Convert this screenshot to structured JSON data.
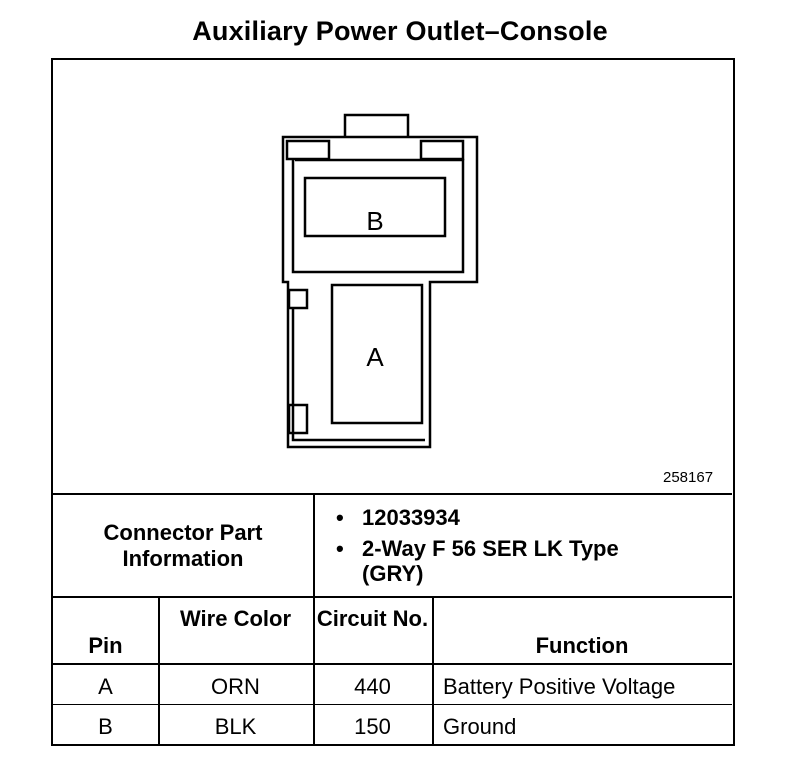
{
  "title": "Auxiliary Power Outlet–Console",
  "diagram": {
    "cavities": [
      {
        "label": "B"
      },
      {
        "label": "A"
      }
    ],
    "figure_id": "258167"
  },
  "connector_info": {
    "label": "Connector Part Information",
    "items": [
      {
        "bullet": "•",
        "text": "12033934"
      },
      {
        "bullet": "•",
        "text": "2-Way F 56 SER LK Type (GRY)"
      }
    ]
  },
  "table": {
    "headers": {
      "pin": "Pin",
      "wire_color": "Wire Color",
      "circuit_no": "Circuit No.",
      "function": "Function"
    },
    "rows": [
      {
        "pin": "A",
        "wire_color": "ORN",
        "circuit": "440",
        "function": "Battery Positive Voltage"
      },
      {
        "pin": "B",
        "wire_color": "BLK",
        "circuit": "150",
        "function": "Ground"
      }
    ]
  }
}
